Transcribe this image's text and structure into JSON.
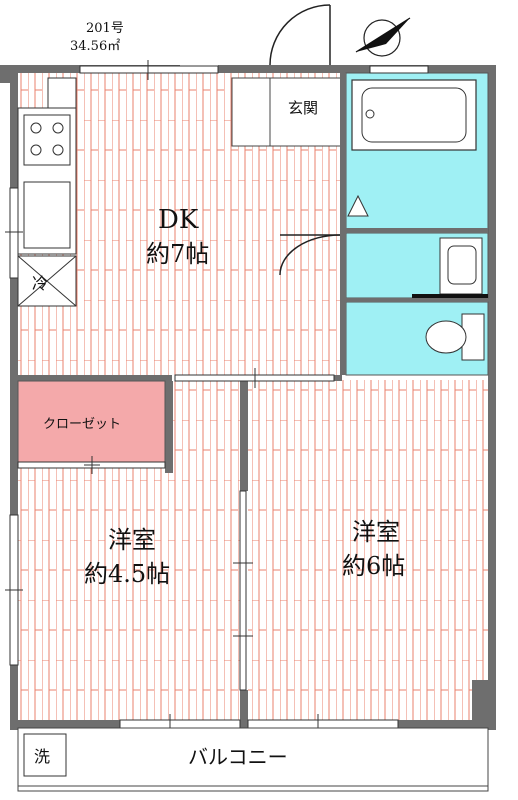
{
  "unit": {
    "number": "201号",
    "area": "34.56㎡"
  },
  "rooms": {
    "dk": {
      "name": "DK",
      "size": "約7帖"
    },
    "western_left": {
      "name": "洋室",
      "size": "約4.5帖"
    },
    "western_right": {
      "name": "洋室",
      "size": "約6帖"
    },
    "closet": {
      "name": "クローゼット"
    },
    "entrance": {
      "name": "玄関"
    },
    "balcony": {
      "name": "バルコニー"
    }
  },
  "fixtures": {
    "refrigerator": "冷",
    "washer": "洗"
  },
  "colors": {
    "wall": "#6e6e6e",
    "floor_line": "#e8826e",
    "wet_area": "#9ff0f4",
    "closet": "#f4a9aa"
  }
}
